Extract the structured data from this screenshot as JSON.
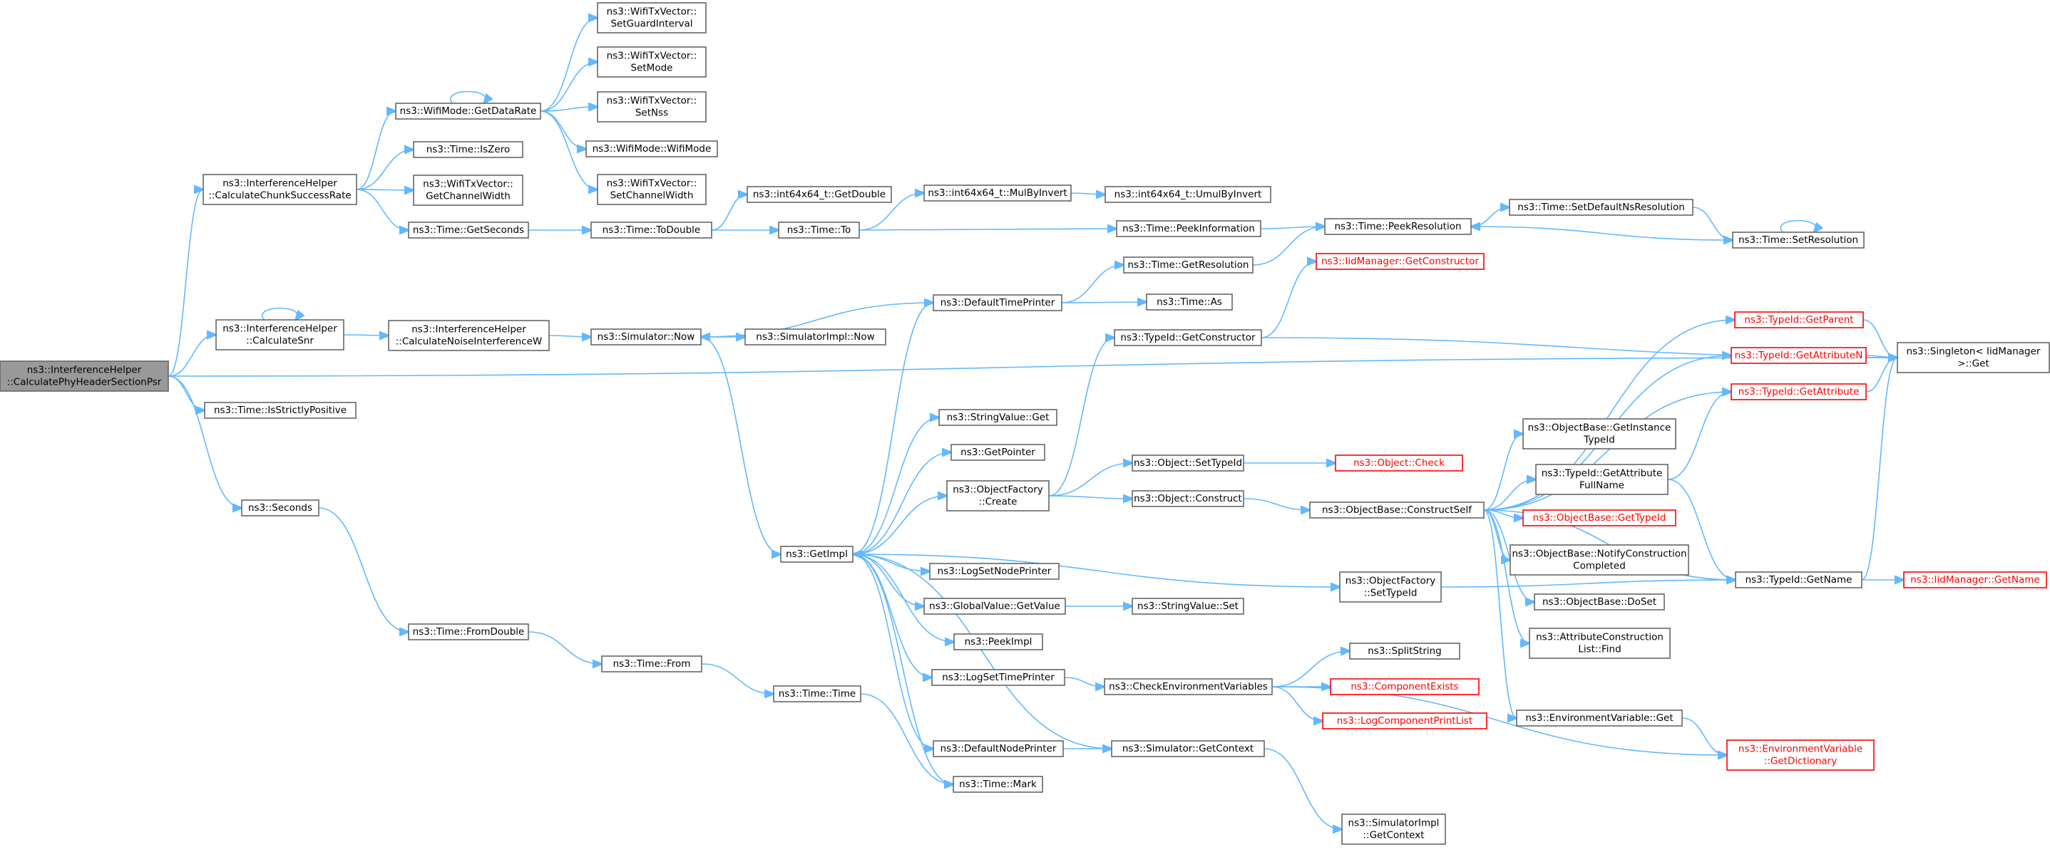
{
  "graph": {
    "colors": {
      "edge": "#63b8ff",
      "node_border": "#666666",
      "root_fill": "#999999",
      "highlight": "#ff0000"
    },
    "nodes": [
      {
        "id": "root",
        "lines": [
          "ns3::InterferenceHelper",
          "::CalculatePhyHeaderSectionPsr"
        ],
        "style": "root"
      },
      {
        "id": "ccsr",
        "lines": [
          "ns3::InterferenceHelper",
          "::CalculateChunkSuccessRate"
        ]
      },
      {
        "id": "csnr",
        "lines": [
          "ns3::InterferenceHelper",
          "::CalculateSnr"
        ]
      },
      {
        "id": "isstrict",
        "lines": [
          "ns3::Time::IsStrictlyPositive"
        ]
      },
      {
        "id": "seconds",
        "lines": [
          "ns3::Seconds"
        ]
      },
      {
        "id": "getdatarate",
        "lines": [
          "ns3::WifiMode::GetDataRate"
        ]
      },
      {
        "id": "iszero",
        "lines": [
          "ns3::Time::IsZero"
        ]
      },
      {
        "id": "getchw1",
        "lines": [
          "ns3::WifiTxVector::",
          "GetChannelWidth"
        ]
      },
      {
        "id": "getsecs",
        "lines": [
          "ns3::Time::GetSeconds"
        ]
      },
      {
        "id": "setgi",
        "lines": [
          "ns3::WifiTxVector::",
          "SetGuardInterval"
        ]
      },
      {
        "id": "setmode",
        "lines": [
          "ns3::WifiTxVector::",
          "SetMode"
        ]
      },
      {
        "id": "setnss",
        "lines": [
          "ns3::WifiTxVector::",
          "SetNss"
        ]
      },
      {
        "id": "wifimode",
        "lines": [
          "ns3::WifiMode::WifiMode"
        ]
      },
      {
        "id": "setchw",
        "lines": [
          "ns3::WifiTxVector::",
          "SetChannelWidth"
        ]
      },
      {
        "id": "todouble",
        "lines": [
          "ns3::Time::ToDouble"
        ]
      },
      {
        "id": "getdouble",
        "lines": [
          "ns3::int64x64_t::GetDouble"
        ]
      },
      {
        "id": "to",
        "lines": [
          "ns3::Time::To"
        ]
      },
      {
        "id": "mulbyinvert",
        "lines": [
          "ns3::int64x64_t::MulByInvert"
        ]
      },
      {
        "id": "umulbyinvert",
        "lines": [
          "ns3::int64x64_t::UmulByInvert"
        ]
      },
      {
        "id": "peekinfo",
        "lines": [
          "ns3::Time::PeekInformation"
        ]
      },
      {
        "id": "peekres",
        "lines": [
          "ns3::Time::PeekResolution"
        ]
      },
      {
        "id": "setdefnsres",
        "lines": [
          "ns3::Time::SetDefaultNsResolution"
        ]
      },
      {
        "id": "setres",
        "lines": [
          "ns3::Time::SetResolution"
        ]
      },
      {
        "id": "cniw",
        "lines": [
          "ns3::InterferenceHelper",
          "::CalculateNoiseInterferenceW"
        ]
      },
      {
        "id": "simnow",
        "lines": [
          "ns3::Simulator::Now"
        ]
      },
      {
        "id": "simimplnow",
        "lines": [
          "ns3::SimulatorImpl::Now"
        ]
      },
      {
        "id": "deftimeprinter",
        "lines": [
          "ns3::DefaultTimePrinter"
        ]
      },
      {
        "id": "getresolution",
        "lines": [
          "ns3::Time::GetResolution"
        ]
      },
      {
        "id": "timeas",
        "lines": [
          "ns3::Time::As"
        ]
      },
      {
        "id": "iidgetctor",
        "lines": [
          "ns3::IidManager::GetConstructor"
        ],
        "style": "red"
      },
      {
        "id": "typeidgetctor",
        "lines": [
          "ns3::TypeId::GetConstructor"
        ]
      },
      {
        "id": "singleton",
        "lines": [
          "ns3::Singleton< IidManager",
          "&gt;::Get"
        ]
      },
      {
        "id": "getparent",
        "lines": [
          "ns3::TypeId::GetParent"
        ],
        "style": "red"
      },
      {
        "id": "getattrn",
        "lines": [
          "ns3::TypeId::GetAttributeN"
        ],
        "style": "red"
      },
      {
        "id": "getattr",
        "lines": [
          "ns3::TypeId::GetAttribute"
        ],
        "style": "red"
      },
      {
        "id": "strvalget",
        "lines": [
          "ns3::StringValue::Get"
        ]
      },
      {
        "id": "getpointer",
        "lines": [
          "ns3::GetPointer"
        ]
      },
      {
        "id": "objfactcreate",
        "lines": [
          "ns3::ObjectFactory",
          "::Create"
        ]
      },
      {
        "id": "objsettypeid",
        "lines": [
          "ns3::Object::SetTypeId"
        ]
      },
      {
        "id": "objcheck",
        "lines": [
          "ns3::Object::Check"
        ],
        "style": "red"
      },
      {
        "id": "objconstruct",
        "lines": [
          "ns3::Object::Construct"
        ]
      },
      {
        "id": "constructself",
        "lines": [
          "ns3::ObjectBase::ConstructSelf"
        ]
      },
      {
        "id": "getinsttypeid",
        "lines": [
          "ns3::ObjectBase::GetInstance",
          "TypeId"
        ]
      },
      {
        "id": "getattrfull",
        "lines": [
          "ns3::TypeId::GetAttribute",
          "FullName"
        ]
      },
      {
        "id": "objgettypeid",
        "lines": [
          "ns3::ObjectBase::GetTypeId"
        ],
        "style": "red"
      },
      {
        "id": "notifyconst",
        "lines": [
          "ns3::ObjectBase::NotifyConstruction",
          "Completed"
        ]
      },
      {
        "id": "doset",
        "lines": [
          "ns3::ObjectBase::DoSet"
        ]
      },
      {
        "id": "attrconstfind",
        "lines": [
          "ns3::AttributeConstruction",
          "List::Find"
        ]
      },
      {
        "id": "envget",
        "lines": [
          "ns3::EnvironmentVariable::Get"
        ]
      },
      {
        "id": "envgetdict",
        "lines": [
          "ns3::EnvironmentVariable",
          "::GetDictionary"
        ],
        "style": "red"
      },
      {
        "id": "typeidgetname",
        "lines": [
          "ns3::TypeId::GetName"
        ]
      },
      {
        "id": "iidgetname",
        "lines": [
          "ns3::IidManager::GetName"
        ],
        "style": "red"
      },
      {
        "id": "getimpl",
        "lines": [
          "ns3::GetImpl"
        ]
      },
      {
        "id": "logsetnodeprinter",
        "lines": [
          "ns3::LogSetNodePrinter"
        ]
      },
      {
        "id": "gvgetvalue",
        "lines": [
          "ns3::GlobalValue::GetValue"
        ]
      },
      {
        "id": "strvalset",
        "lines": [
          "ns3::StringValue::Set"
        ]
      },
      {
        "id": "peekimpl",
        "lines": [
          "ns3::PeekImpl"
        ]
      },
      {
        "id": "logsettimeprinter",
        "lines": [
          "ns3::LogSetTimePrinter"
        ]
      },
      {
        "id": "checkenv",
        "lines": [
          "ns3::CheckEnvironmentVariables"
        ]
      },
      {
        "id": "splitstring",
        "lines": [
          "ns3::SplitString"
        ]
      },
      {
        "id": "compexists",
        "lines": [
          "ns3::ComponentExists"
        ],
        "style": "red"
      },
      {
        "id": "logcompprint",
        "lines": [
          "ns3::LogComponentPrintList"
        ],
        "style": "red"
      },
      {
        "id": "defnodeprinter",
        "lines": [
          "ns3::DefaultNodePrinter"
        ]
      },
      {
        "id": "simgetcontext",
        "lines": [
          "ns3::Simulator::GetContext"
        ]
      },
      {
        "id": "timemark",
        "lines": [
          "ns3::Time::Mark"
        ]
      },
      {
        "id": "simimplgetcontext",
        "lines": [
          "ns3::SimulatorImpl",
          "::GetContext"
        ]
      },
      {
        "id": "objfactsettypeid",
        "lines": [
          "ns3::ObjectFactory",
          "::SetTypeId"
        ]
      },
      {
        "id": "fromdouble",
        "lines": [
          "ns3::Time::FromDouble"
        ]
      },
      {
        "id": "from",
        "lines": [
          "ns3::Time::From"
        ]
      },
      {
        "id": "timetime",
        "lines": [
          "ns3::Time::Time"
        ]
      }
    ],
    "edges": [
      [
        "root",
        "ccsr"
      ],
      [
        "root",
        "csnr"
      ],
      [
        "root",
        "isstrict"
      ],
      [
        "root",
        "seconds"
      ],
      [
        "root",
        "singleton"
      ],
      [
        "ccsr",
        "getdatarate"
      ],
      [
        "ccsr",
        "iszero"
      ],
      [
        "ccsr",
        "getchw1"
      ],
      [
        "ccsr",
        "getsecs"
      ],
      [
        "getdatarate",
        "getdatarate"
      ],
      [
        "getdatarate",
        "setgi"
      ],
      [
        "getdatarate",
        "setmode"
      ],
      [
        "getdatarate",
        "setnss"
      ],
      [
        "getdatarate",
        "wifimode"
      ],
      [
        "getdatarate",
        "setchw"
      ],
      [
        "getsecs",
        "todouble"
      ],
      [
        "todouble",
        "getdouble"
      ],
      [
        "todouble",
        "to"
      ],
      [
        "to",
        "mulbyinvert"
      ],
      [
        "to",
        "peekinfo"
      ],
      [
        "mulbyinvert",
        "umulbyinvert"
      ],
      [
        "peekinfo",
        "peekres"
      ],
      [
        "peekres",
        "setdefnsres"
      ],
      [
        "setdefnsres",
        "setres"
      ],
      [
        "setres",
        "peekres"
      ],
      [
        "setres",
        "setres"
      ],
      [
        "csnr",
        "csnr"
      ],
      [
        "csnr",
        "cniw"
      ],
      [
        "cniw",
        "simnow"
      ],
      [
        "simnow",
        "simimplnow"
      ],
      [
        "simnow",
        "getimpl"
      ],
      [
        "deftimeprinter",
        "simnow"
      ],
      [
        "deftimeprinter",
        "getresolution"
      ],
      [
        "deftimeprinter",
        "timeas"
      ],
      [
        "getresolution",
        "peekres"
      ],
      [
        "typeidgetctor",
        "iidgetctor"
      ],
      [
        "typeidgetctor",
        "singleton"
      ],
      [
        "getparent",
        "singleton"
      ],
      [
        "getattrn",
        "singleton"
      ],
      [
        "getattr",
        "singleton"
      ],
      [
        "getimpl",
        "deftimeprinter"
      ],
      [
        "getimpl",
        "strvalget"
      ],
      [
        "getimpl",
        "getpointer"
      ],
      [
        "getimpl",
        "objfactcreate"
      ],
      [
        "getimpl",
        "logsetnodeprinter"
      ],
      [
        "getimpl",
        "gvgetvalue"
      ],
      [
        "getimpl",
        "peekimpl"
      ],
      [
        "getimpl",
        "logsettimeprinter"
      ],
      [
        "getimpl",
        "defnodeprinter"
      ],
      [
        "getimpl",
        "timemark"
      ],
      [
        "getimpl",
        "objfactsettypeid"
      ],
      [
        "objfactcreate",
        "typeidgetctor"
      ],
      [
        "objfactcreate",
        "objsettypeid"
      ],
      [
        "objfactcreate",
        "objconstruct"
      ],
      [
        "objsettypeid",
        "objcheck"
      ],
      [
        "objconstruct",
        "constructself"
      ],
      [
        "constructself",
        "getparent"
      ],
      [
        "constructself",
        "getattrn"
      ],
      [
        "constructself",
        "getattr"
      ],
      [
        "constructself",
        "getinsttypeid"
      ],
      [
        "constructself",
        "getattrfull"
      ],
      [
        "constructself",
        "objgettypeid"
      ],
      [
        "constructself",
        "notifyconst"
      ],
      [
        "constructself",
        "doset"
      ],
      [
        "constructself",
        "attrconstfind"
      ],
      [
        "constructself",
        "envget"
      ],
      [
        "constructself",
        "typeidgetname"
      ],
      [
        "getattrfull",
        "getattr"
      ],
      [
        "getattrfull",
        "typeidgetname"
      ],
      [
        "typeidgetname",
        "singleton"
      ],
      [
        "typeidgetname",
        "iidgetname"
      ],
      [
        "envget",
        "envgetdict"
      ],
      [
        "gvgetvalue",
        "strvalset"
      ],
      [
        "logsettimeprinter",
        "checkenv"
      ],
      [
        "checkenv",
        "splitstring"
      ],
      [
        "checkenv",
        "compexists"
      ],
      [
        "checkenv",
        "logcompprint"
      ],
      [
        "checkenv",
        "envgetdict"
      ],
      [
        "defnodeprinter",
        "simgetcontext"
      ],
      [
        "simgetcontext",
        "getimpl"
      ],
      [
        "simgetcontext",
        "simimplgetcontext"
      ],
      [
        "objfactsettypeid",
        "typeidgetname"
      ],
      [
        "seconds",
        "fromdouble"
      ],
      [
        "fromdouble",
        "from"
      ],
      [
        "from",
        "timetime"
      ],
      [
        "timetime",
        "timemark"
      ]
    ]
  }
}
